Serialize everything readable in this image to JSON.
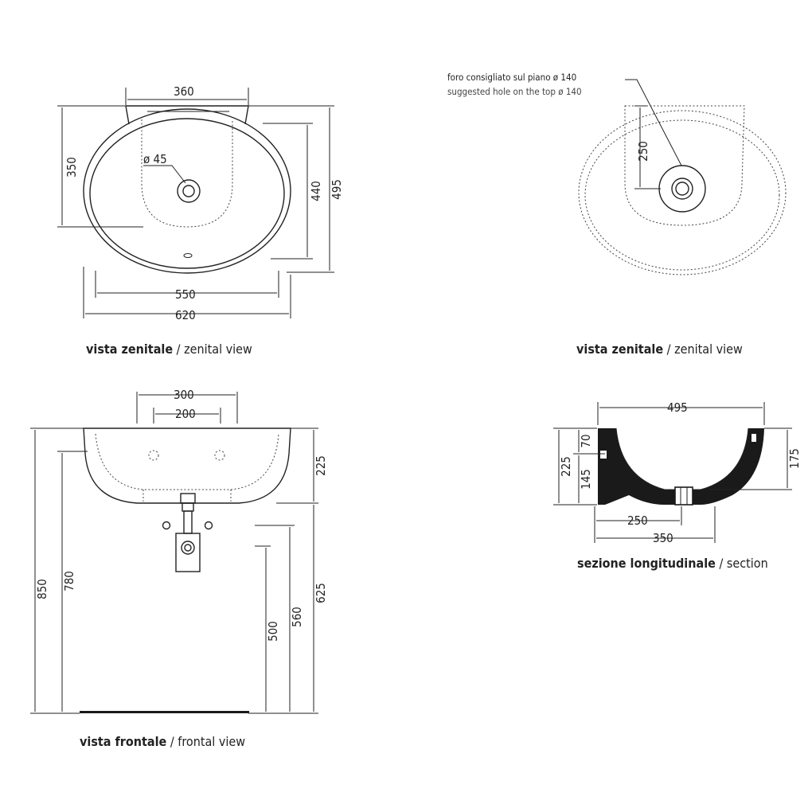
{
  "views": {
    "top_left": {
      "caption_bold": "vista zenitale",
      "caption_sep": " / ",
      "caption_light": "zenital view",
      "dims": {
        "top_width": "360",
        "left_height": "350",
        "hole": "ø 45",
        "inner_height": "440",
        "outer_height": "495",
        "inner_width": "550",
        "outer_width": "620"
      }
    },
    "top_right": {
      "caption_bold": "vista zenitale",
      "caption_sep": " / ",
      "caption_light": "zenital view",
      "note_it": "foro consigliato sul piano ø 140",
      "note_en": "suggested hole on the top ø 140",
      "dims": {
        "hole_offset": "250"
      }
    },
    "front": {
      "caption_bold": "vista frontale",
      "caption_sep": " / ",
      "caption_light": "frontal view",
      "dims": {
        "top_outer": "300",
        "top_inner": "200",
        "total_height": "850",
        "height_780": "780",
        "basin_height": "225",
        "height_625": "625",
        "height_560": "560",
        "height_500": "500"
      }
    },
    "section": {
      "caption_bold": "sezione longitudinale",
      "caption_sep": " / ",
      "caption_light": "section",
      "dims": {
        "width": "495",
        "h225": "225",
        "h70": "70",
        "h145": "145",
        "h175": "175",
        "w250": "250",
        "w350": "350"
      }
    }
  },
  "colors": {
    "line": "#222222",
    "fill": "#1a1a1a",
    "background": "#ffffff"
  }
}
